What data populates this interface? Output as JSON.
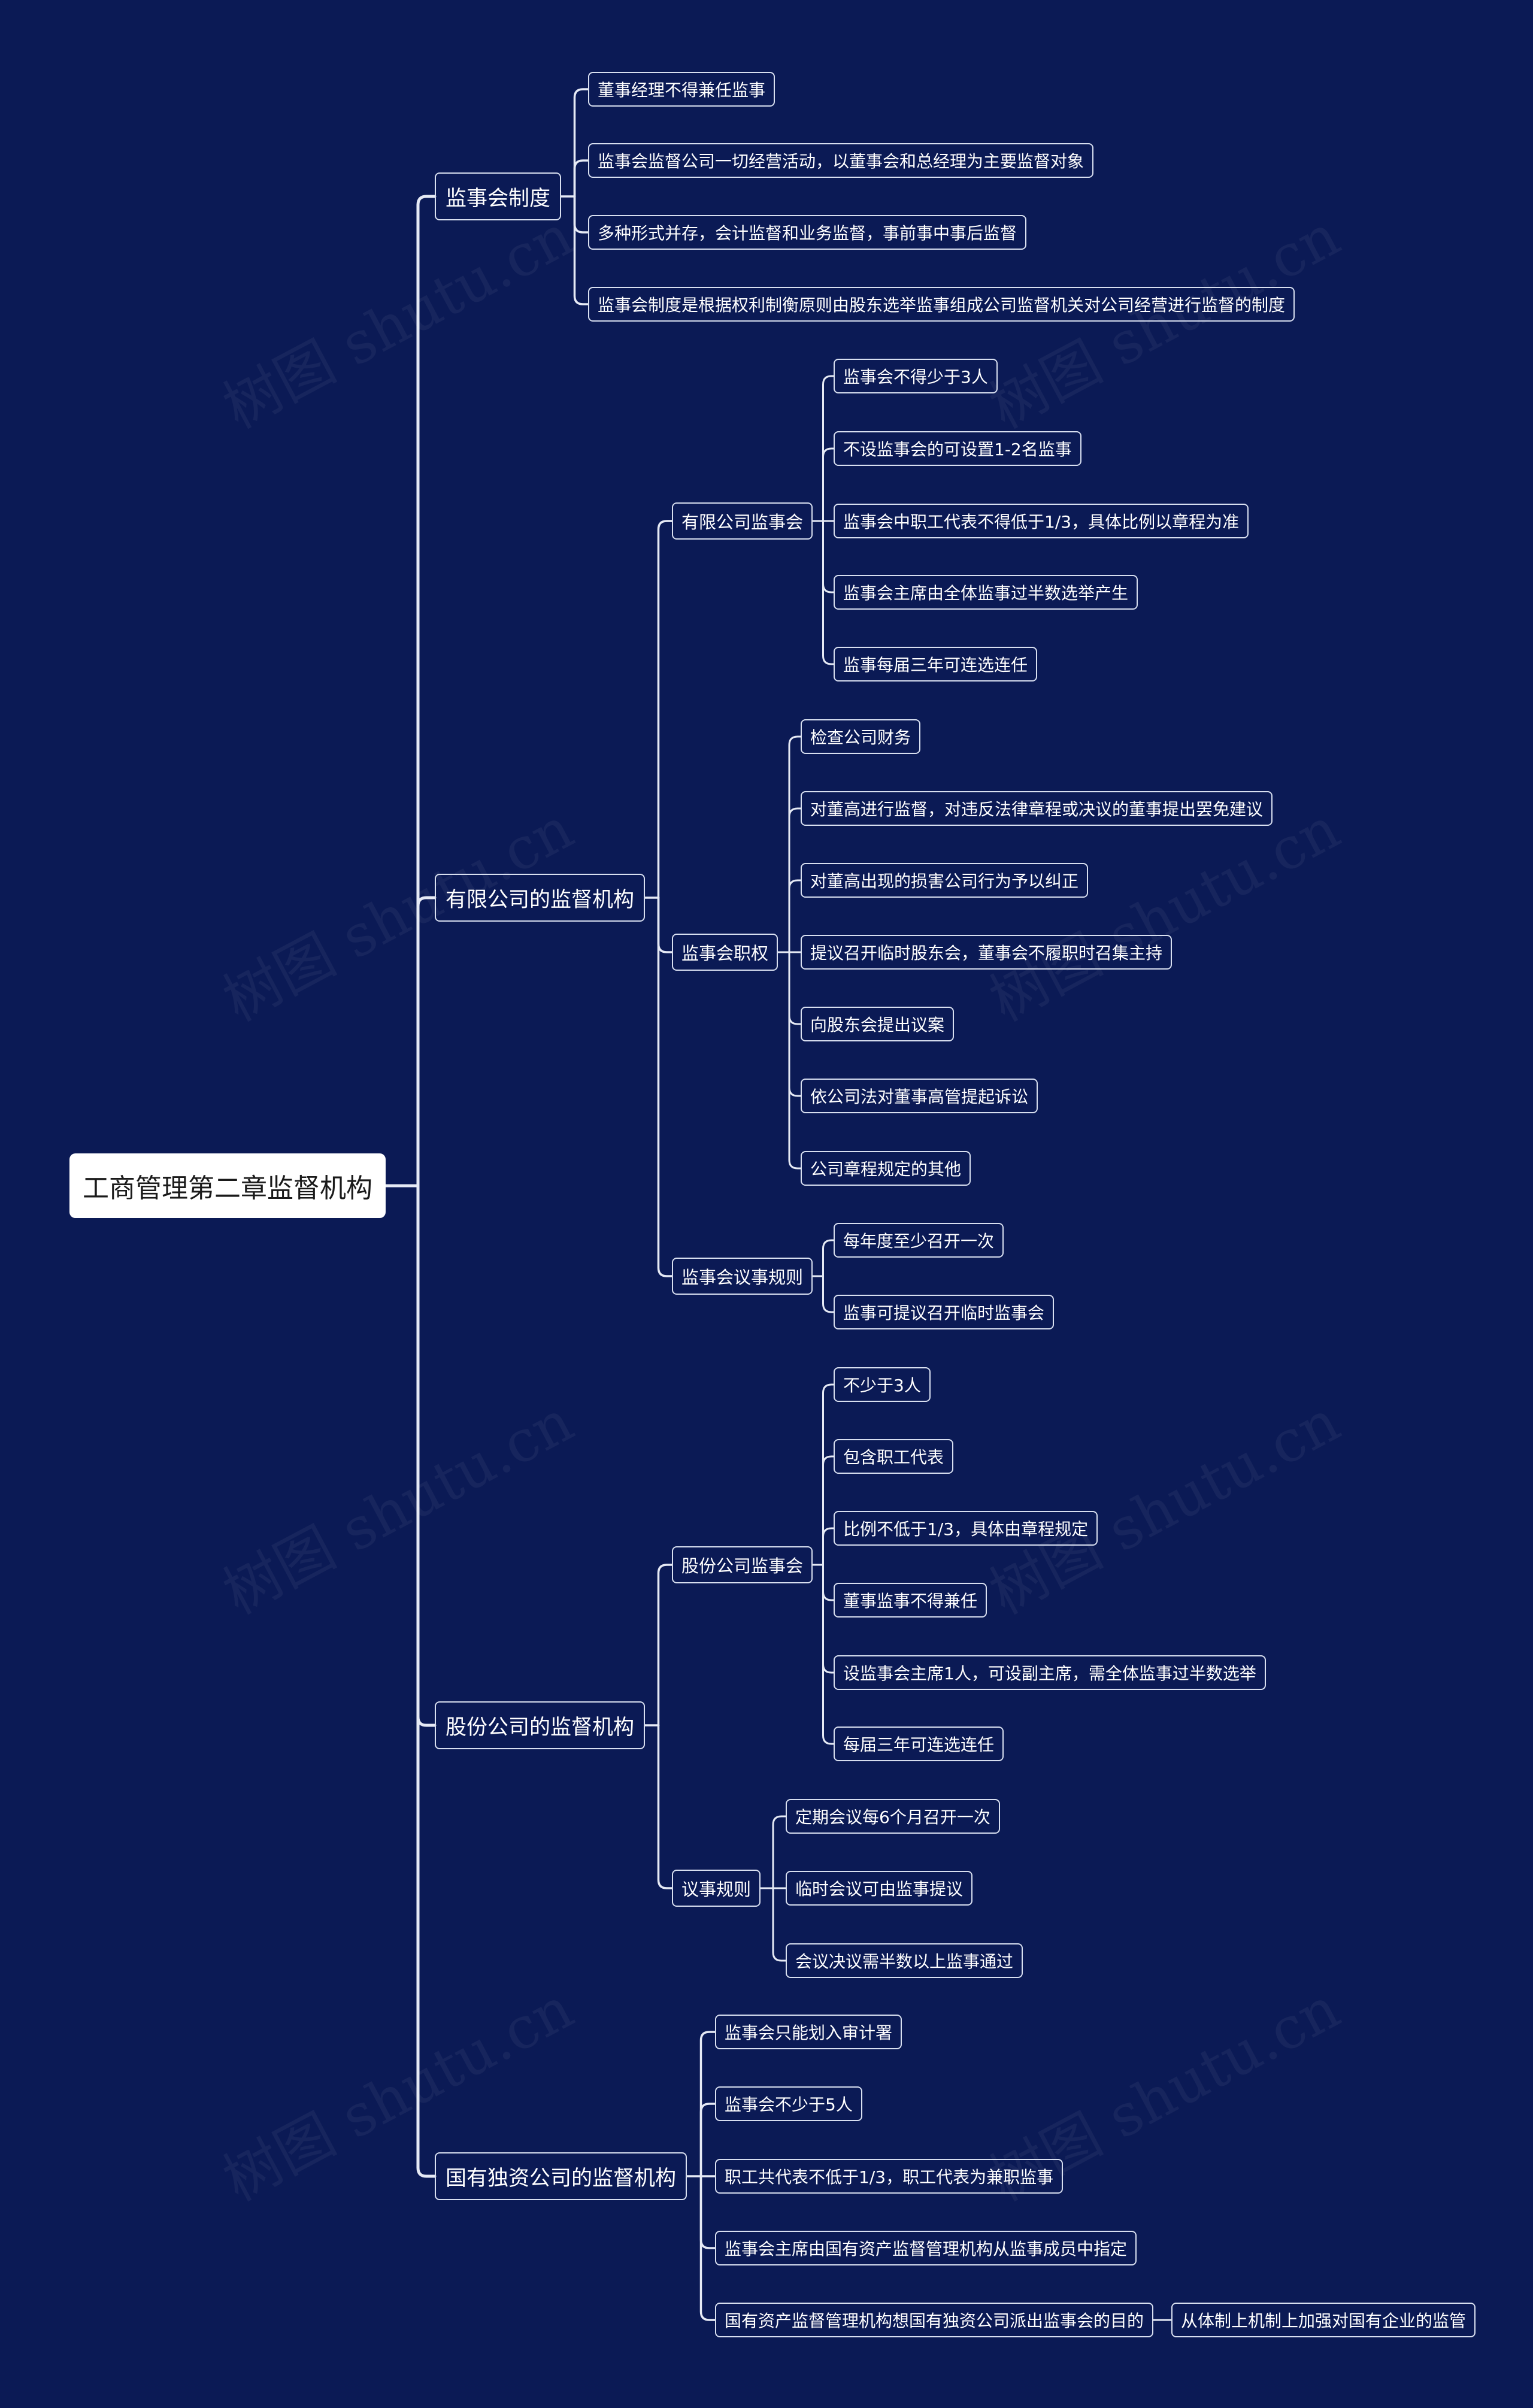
{
  "root": "工商管理第二章监督机构",
  "watermark": "树图 shutu.cn",
  "branches": [
    {
      "label": "监事会制度",
      "children": [
        {
          "label": "董事经理不得兼任监事"
        },
        {
          "label": "监事会监督公司一切经营活动，以董事会和总经理为主要监督对象"
        },
        {
          "label": "多种形式并存，会计监督和业务监督，事前事中事后监督"
        },
        {
          "label": "监事会制度是根据权利制衡原则由股东选举监事组成公司监督机关对公司经营进行监督的制度"
        }
      ]
    },
    {
      "label": "有限公司的监督机构",
      "children": [
        {
          "label": "有限公司监事会",
          "children": [
            {
              "label": "监事会不得少于3人"
            },
            {
              "label": "不设监事会的可设置1-2名监事"
            },
            {
              "label": "监事会中职工代表不得低于1/3，具体比例以章程为准"
            },
            {
              "label": "监事会主席由全体监事过半数选举产生"
            },
            {
              "label": "监事每届三年可连选连任"
            }
          ]
        },
        {
          "label": "监事会职权",
          "children": [
            {
              "label": "检查公司财务"
            },
            {
              "label": "对董高进行监督，对违反法律章程或决议的董事提出罢免建议"
            },
            {
              "label": "对董高出现的损害公司行为予以纠正"
            },
            {
              "label": "提议召开临时股东会，董事会不履职时召集主持"
            },
            {
              "label": "向股东会提出议案"
            },
            {
              "label": "依公司法对董事高管提起诉讼"
            },
            {
              "label": "公司章程规定的其他"
            }
          ]
        },
        {
          "label": "监事会议事规则",
          "children": [
            {
              "label": "每年度至少召开一次"
            },
            {
              "label": "监事可提议召开临时监事会"
            }
          ]
        }
      ]
    },
    {
      "label": "股份公司的监督机构",
      "children": [
        {
          "label": "股份公司监事会",
          "children": [
            {
              "label": "不少于3人"
            },
            {
              "label": "包含职工代表"
            },
            {
              "label": "比例不低于1/3，具体由章程规定"
            },
            {
              "label": "董事监事不得兼任"
            },
            {
              "label": "设监事会主席1人，可设副主席，需全体监事过半数选举"
            },
            {
              "label": "每届三年可连选连任"
            }
          ]
        },
        {
          "label": "议事规则",
          "children": [
            {
              "label": "定期会议每6个月召开一次"
            },
            {
              "label": "临时会议可由监事提议"
            },
            {
              "label": "会议决议需半数以上监事通过"
            }
          ]
        }
      ]
    },
    {
      "label": "国有独资公司的监督机构",
      "children": [
        {
          "label": "监事会只能划入审计署"
        },
        {
          "label": "监事会不少于5人"
        },
        {
          "label": "职工共代表不低于1/3，职工代表为兼职监事"
        },
        {
          "label": "监事会主席由国有资产监督管理机构从监事成员中指定"
        },
        {
          "label": "国有资产监督管理机构想国有独资公司派出监事会的目的",
          "children": [
            {
              "label": "从体制上机制上加强对国有企业的监管"
            }
          ]
        }
      ]
    }
  ]
}
